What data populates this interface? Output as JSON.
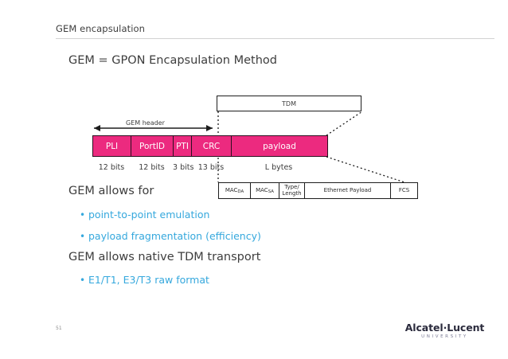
{
  "slide": {
    "header_title": "GEM encapsulation",
    "subtitle": "GEM = GPON Encapsulation Method",
    "page_number": "51"
  },
  "content": {
    "lead_1": "GEM allows for",
    "bullets_1": [
      "point-to-point emulation",
      "payload fragmentation (efficiency)"
    ],
    "lead_2": "GEM allows native TDM transport",
    "bullets_2": [
      "E1/T1, E3/T3 raw format"
    ],
    "bullet_glyph": "•"
  },
  "diagram": {
    "header_bracket_label": "GEM header",
    "tdm_box_label": "TDM",
    "gem_frame": {
      "cells": [
        {
          "label": "PLI",
          "size": "12 bits"
        },
        {
          "label": "PortID",
          "size": "12 bits"
        },
        {
          "label": "PTI",
          "size": "3 bits"
        },
        {
          "label": "CRC",
          "size": "13 bits"
        },
        {
          "label": "payload",
          "size": "L bytes"
        }
      ]
    },
    "ethernet_frame": {
      "cells": [
        {
          "label": "MAC",
          "subscript": "DA"
        },
        {
          "label": "MAC",
          "subscript": "SA"
        },
        {
          "label": "Type/\nLength",
          "subscript": ""
        },
        {
          "label": "Ethernet Payload",
          "subscript": ""
        },
        {
          "label": "FCS",
          "subscript": ""
        }
      ]
    }
  },
  "footer": {
    "logo_main": "Alcatel·Lucent",
    "logo_sub": "UNIVERSITY"
  },
  "colors": {
    "frame_pink": "#ec2a7f",
    "bullet_blue": "#35a8dd",
    "text_gray": "#3d3d3d",
    "rule_gray": "#d2d2d2"
  }
}
